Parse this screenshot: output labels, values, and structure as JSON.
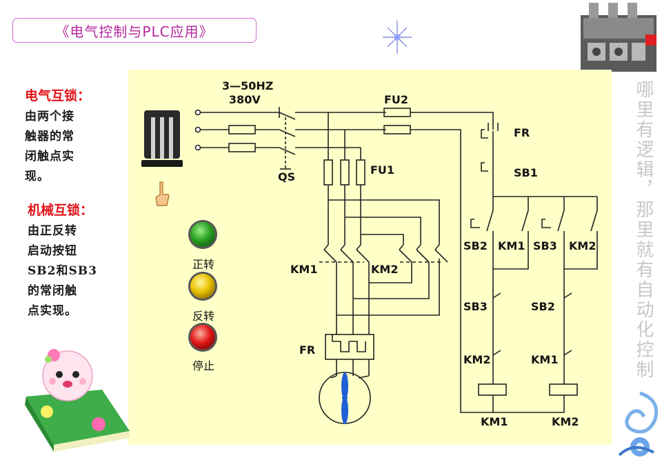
{
  "slide": {
    "title": "《电气控制与PLC应用》",
    "side_phrase": "哪里有逻辑，那里就有自动化控制"
  },
  "notes": {
    "electrical_interlock": {
      "heading": "电气互锁：",
      "lines": [
        "由两个接",
        "触器的常",
        "闭触点实",
        "现。"
      ]
    },
    "mechanical_interlock": {
      "heading": "机械互锁：",
      "lines": [
        "由正反转",
        "启动按钮",
        "SB2和SB3",
        "的常闭触",
        "点实现。"
      ]
    }
  },
  "indicators": [
    {
      "label": "正转",
      "color": "#2aa020"
    },
    {
      "label": "反转",
      "color": "#e8c000"
    },
    {
      "label": "停止",
      "color": "#e01818"
    }
  ],
  "circuit": {
    "supply": [
      "3—50HZ",
      "380V"
    ],
    "labels": {
      "fu2": "FU2",
      "qs": "QS",
      "fu1": "FU1",
      "fr_ctrl": "FR",
      "sb1": "SB1",
      "km1_main": "KM1",
      "km2_main": "KM2",
      "fr_main": "FR",
      "sb2_start": "SB2",
      "km1_hold": "KM1",
      "sb3_start": "SB3",
      "km2_hold": "KM2",
      "sb3_nc": "SB3",
      "sb2_nc": "SB2",
      "km2_nc": "KM2",
      "km1_nc": "KM1",
      "coil_km1": "KM1",
      "coil_km2": "KM2"
    }
  }
}
